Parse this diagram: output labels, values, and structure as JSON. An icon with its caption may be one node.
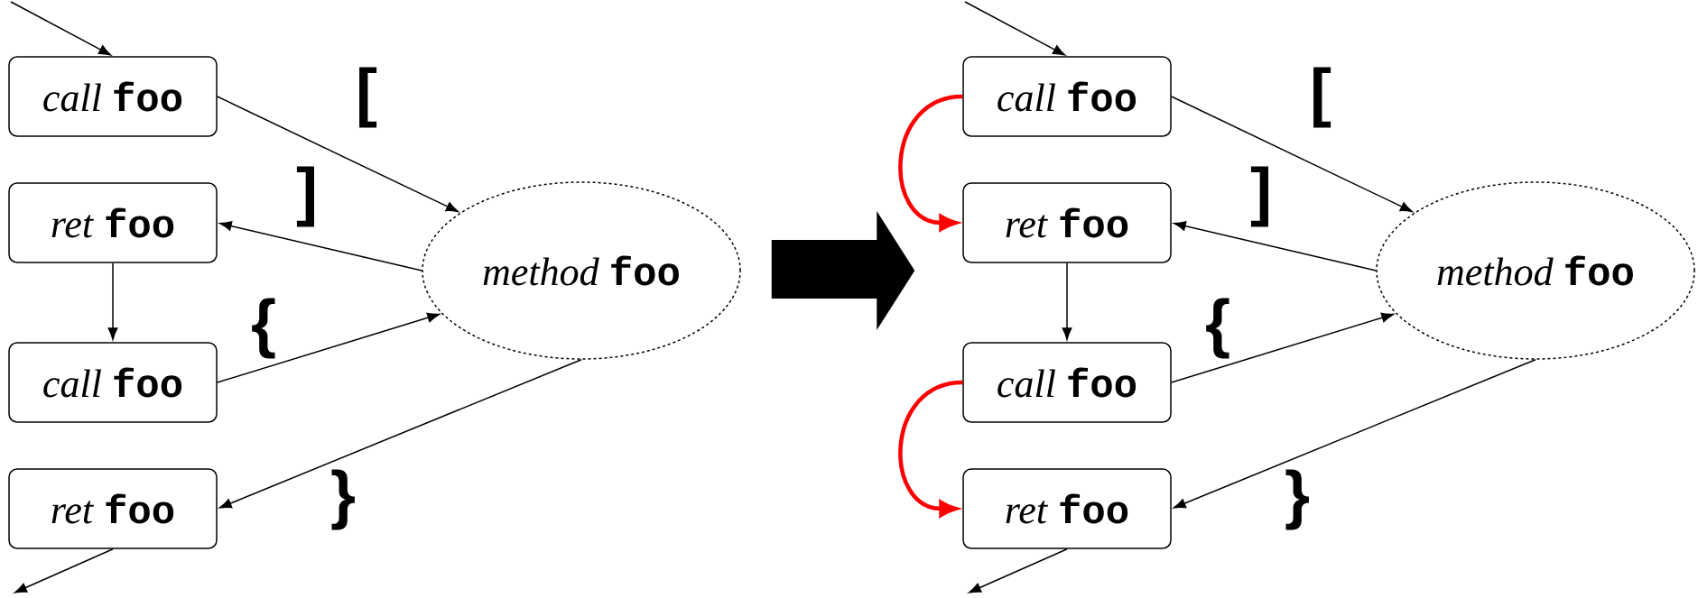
{
  "diagram": {
    "nodes": [
      {
        "text": [
          "*call* **foo**"
        ]
      },
      {
        "text": [
          "*ret* **foo**"
        ]
      },
      {
        "text": [
          "*call* **foo**"
        ]
      },
      {
        "text": [
          "*ret* **foo**"
        ]
      },
      {
        "text": [
          "*method* **foo**"
        ]
      },
      {
        "text": [
          "*call* **foo**"
        ]
      },
      {
        "text": [
          "*ret* **foo**"
        ]
      },
      {
        "text": [
          "*call* **foo**"
        ]
      },
      {
        "text": [
          "*ret* **foo**"
        ]
      },
      {
        "text": [
          "*method* **foo**"
        ]
      }
    ],
    "edges": [
      {
        "from": null,
        "to": 0,
        "arrow": "to"
      },
      {
        "from": 0,
        "to": 4,
        "arrow": "to"
      },
      {
        "from": 4,
        "to": 1,
        "arrow": "to"
      },
      {
        "from": 1,
        "to": 2,
        "arrow": "to"
      },
      {
        "from": 2,
        "to": 4,
        "arrow": "to"
      },
      {
        "from": 4,
        "to": 3,
        "arrow": "to"
      },
      {
        "from": 3,
        "to": null,
        "arrow": "to"
      },
      {
        "from": null,
        "to": 5,
        "arrow": "to"
      },
      {
        "from": 5,
        "to": 9,
        "arrow": "to"
      },
      {
        "from": 9,
        "to": 6,
        "arrow": "to"
      },
      {
        "from": 6,
        "to": 7,
        "arrow": "to"
      },
      {
        "from": 7,
        "to": 9,
        "arrow": "to"
      },
      {
        "from": 9,
        "to": 8,
        "arrow": "to"
      },
      {
        "from": 8,
        "to": null,
        "arrow": "to"
      },
      {
        "from": 5,
        "to": 6,
        "arrow": "to",
        "style": "thick",
        "color": "#ff0000"
      },
      {
        "from": 7,
        "to": 8,
        "arrow": "to",
        "style": "thick",
        "color": "#ff0000"
      },
      {
        "from": 4,
        "to": 6,
        "arrow": "to"
      }
    ],
    "labels": [
      "[",
      "]",
      "{",
      "}",
      "[",
      "]",
      "{",
      "}"
    ]
  }
}
